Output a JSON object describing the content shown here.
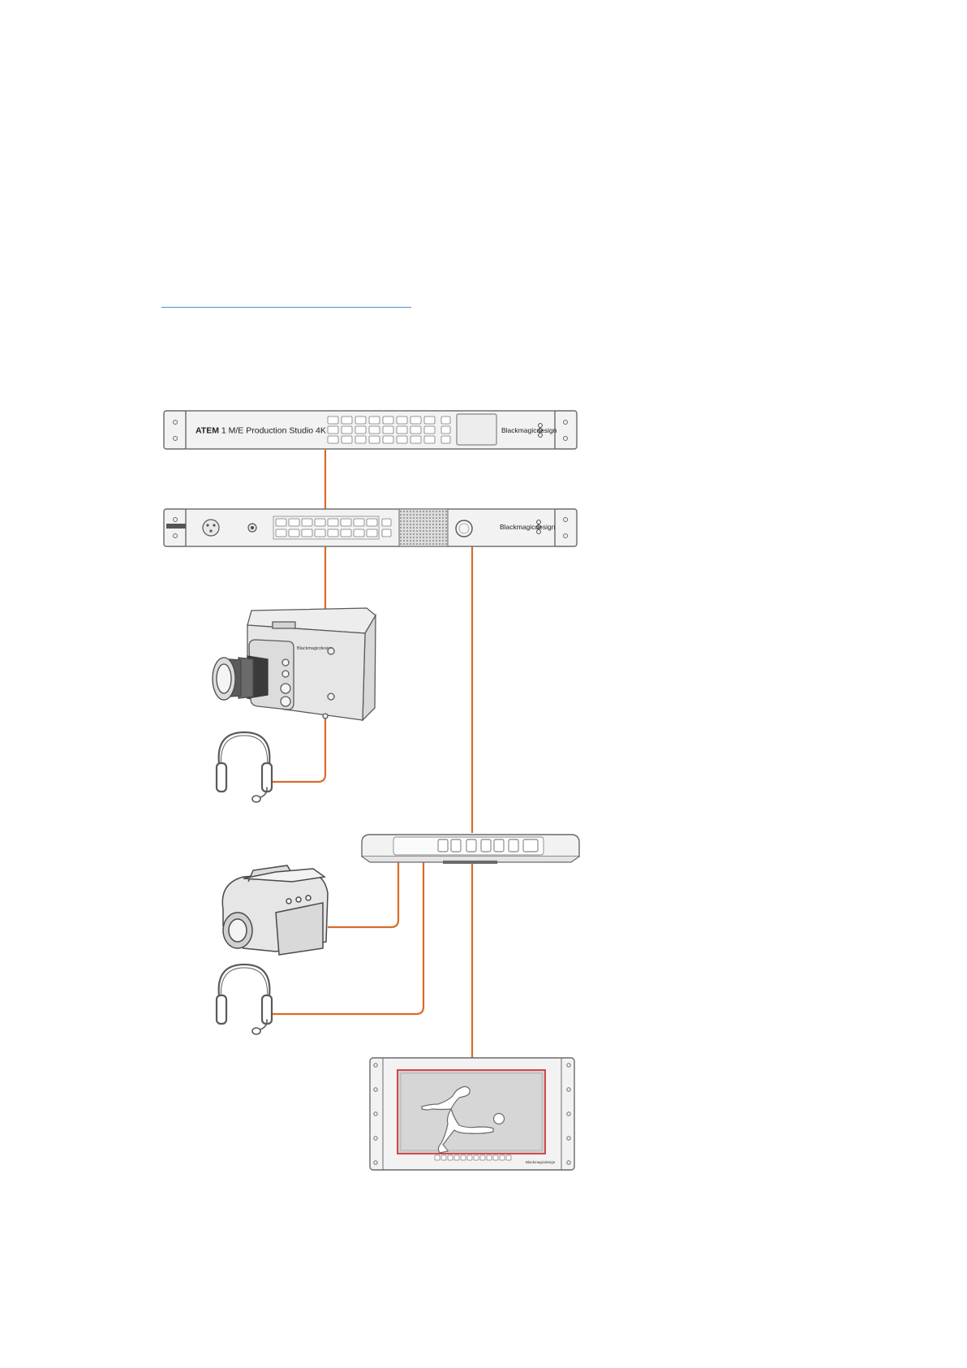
{
  "link": {
    "text": ""
  },
  "devices": {
    "switcher": {
      "label_bold": "ATEM",
      "label_rest": " 1 M/E Production Studio 4K",
      "brand": "Blackmagicdesign"
    },
    "talkback": {
      "brand": "Blackmagicdesign"
    },
    "studio_camera": {
      "brand": "Blackmagicdesign"
    },
    "monitor": {
      "brand": "Blackmagicdesign"
    }
  },
  "colors": {
    "cable": "#d96b2b",
    "device_outline": "#6a6a6a",
    "device_fill": "#f2f2f2",
    "monitor_screen_border": "#d2383a",
    "link": "#4a8fd6"
  },
  "icons": {
    "camcorder": "camcorder-icon",
    "headset": "headset-icon"
  }
}
